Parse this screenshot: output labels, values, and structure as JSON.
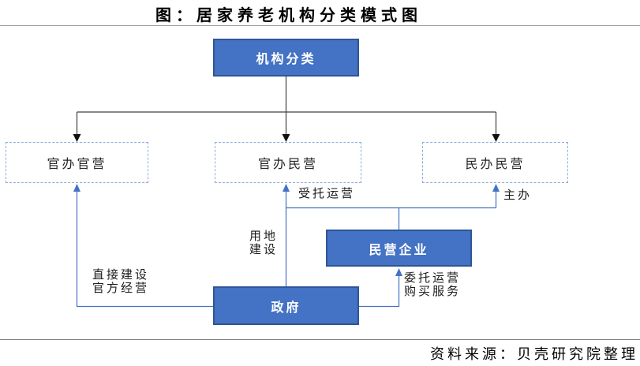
{
  "title": "图：居家养老机构分类模式图",
  "source_note": "资料来源：贝壳研究院整理",
  "diagram": {
    "nodes": {
      "root": {
        "label": "机构分类",
        "style": "solid-blue"
      },
      "gov_gov": {
        "label": "官办官营",
        "style": "dashed"
      },
      "gov_private": {
        "label": "官办民营",
        "style": "dashed"
      },
      "private_private": {
        "label": "民办民营",
        "style": "dashed"
      },
      "enterprise": {
        "label": "民营企业",
        "style": "solid-blue"
      },
      "government": {
        "label": "政府",
        "style": "solid-blue"
      }
    },
    "edges": [
      {
        "from": "root",
        "to": "gov_gov",
        "label": ""
      },
      {
        "from": "root",
        "to": "gov_private",
        "label": ""
      },
      {
        "from": "root",
        "to": "private_private",
        "label": ""
      },
      {
        "from": "government",
        "to": "gov_gov",
        "label": "直接建设 官方经营"
      },
      {
        "from": "government",
        "to": "gov_private",
        "label": "用地 建设"
      },
      {
        "from": "enterprise",
        "to": "gov_private",
        "label": "受托运营"
      },
      {
        "from": "enterprise",
        "to": "private_private",
        "label": "主办"
      },
      {
        "from": "government",
        "to": "enterprise",
        "label": "委托运营 购买服务"
      }
    ],
    "edge_labels": {
      "entrust": "受托运营",
      "host": "主办",
      "land_line1": "用地",
      "land_line2": "建设",
      "direct_line1": "直接建设",
      "direct_line2": "官方经营",
      "commission_line1": "委托运营",
      "commission_line2": "购买服务"
    }
  },
  "colors": {
    "node_fill": "#4472C4",
    "node_border": "#2E5696",
    "dashed_border": "#8FAADC",
    "blue_connector": "#4472C4",
    "black_connector": "#404040"
  }
}
